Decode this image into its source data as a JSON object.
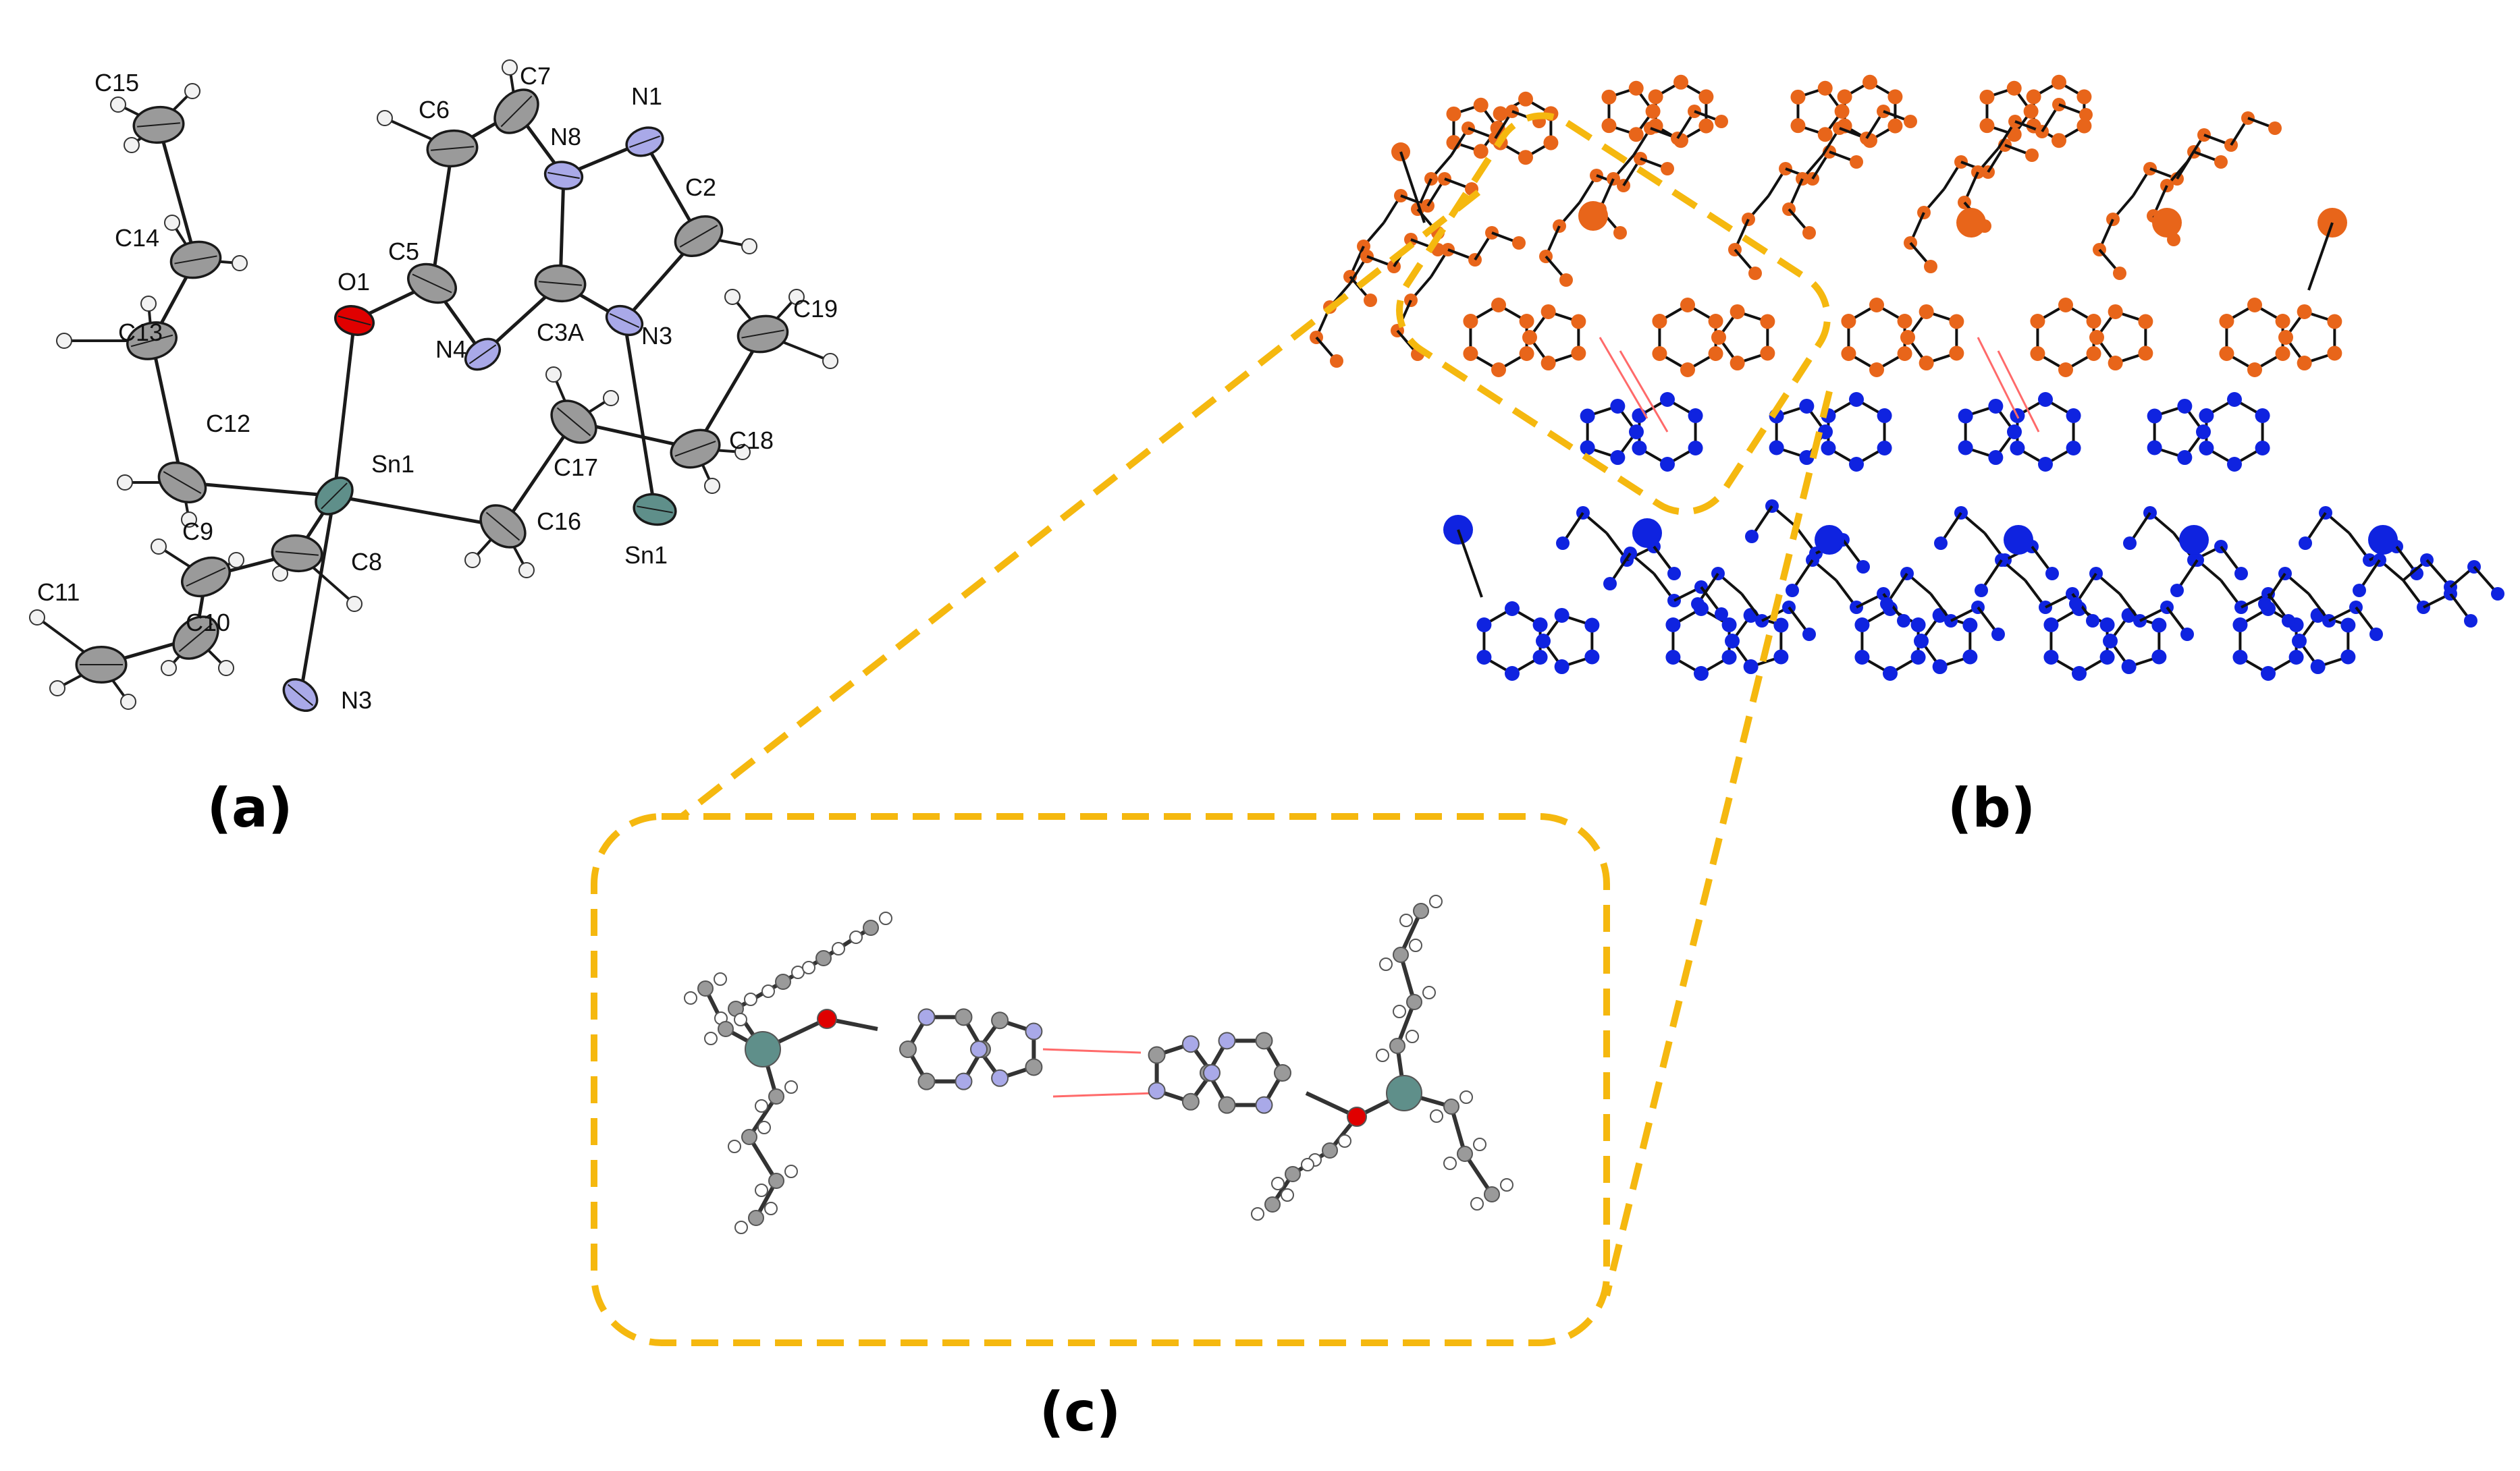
{
  "panels": {
    "a": {
      "label": "(a)",
      "atoms": [
        {
          "id": "C15",
          "label": "C15",
          "element": "C"
        },
        {
          "id": "C14",
          "label": "C14",
          "element": "C"
        },
        {
          "id": "C13",
          "label": "C13",
          "element": "C"
        },
        {
          "id": "C12",
          "label": "C12",
          "element": "C"
        },
        {
          "id": "C9",
          "label": "C9",
          "element": "C"
        },
        {
          "id": "C10",
          "label": "C10",
          "element": "C"
        },
        {
          "id": "C11",
          "label": "C11",
          "element": "C"
        },
        {
          "id": "C8",
          "label": "C8",
          "element": "C"
        },
        {
          "id": "Sn1",
          "label": "Sn1",
          "element": "Sn"
        },
        {
          "id": "N3b",
          "label": "N3",
          "element": "N"
        },
        {
          "id": "O1",
          "label": "O1",
          "element": "O"
        },
        {
          "id": "C5",
          "label": "C5",
          "element": "C"
        },
        {
          "id": "C6",
          "label": "C6",
          "element": "C"
        },
        {
          "id": "C7",
          "label": "C7",
          "element": "C"
        },
        {
          "id": "N8",
          "label": "N8",
          "element": "N"
        },
        {
          "id": "N1",
          "label": "N1",
          "element": "N"
        },
        {
          "id": "C2",
          "label": "C2",
          "element": "C"
        },
        {
          "id": "N3",
          "label": "N3",
          "element": "N"
        },
        {
          "id": "C3A",
          "label": "C3A",
          "element": "C"
        },
        {
          "id": "N4",
          "label": "N4",
          "element": "N"
        },
        {
          "id": "C19",
          "label": "C19",
          "element": "C"
        },
        {
          "id": "C18",
          "label": "C18",
          "element": "C"
        },
        {
          "id": "C17",
          "label": "C17",
          "element": "C"
        },
        {
          "id": "C16",
          "label": "C16",
          "element": "C"
        },
        {
          "id": "Sn1b",
          "label": "Sn1",
          "element": "Sn"
        }
      ],
      "bonds": [
        [
          "C15",
          "C14"
        ],
        [
          "C14",
          "C13"
        ],
        [
          "C13",
          "C12"
        ],
        [
          "C12",
          "Sn1"
        ],
        [
          "Sn1",
          "C8"
        ],
        [
          "C8",
          "C9"
        ],
        [
          "C9",
          "C10"
        ],
        [
          "C10",
          "C11"
        ],
        [
          "Sn1",
          "N3b"
        ],
        [
          "Sn1",
          "O1"
        ],
        [
          "Sn1",
          "C16"
        ],
        [
          "C16",
          "C17"
        ],
        [
          "C17",
          "C18"
        ],
        [
          "C18",
          "C19"
        ],
        [
          "O1",
          "C5"
        ],
        [
          "C5",
          "C6"
        ],
        [
          "C6",
          "C7"
        ],
        [
          "C7",
          "N8"
        ],
        [
          "N8",
          "N1"
        ],
        [
          "N1",
          "C2"
        ],
        [
          "C2",
          "N3"
        ],
        [
          "N3",
          "C3A"
        ],
        [
          "C3A",
          "N8"
        ],
        [
          "C3A",
          "N4"
        ],
        [
          "N4",
          "C5"
        ],
        [
          "N3",
          "Sn1b"
        ]
      ]
    },
    "b": {
      "label": "(b)"
    },
    "c": {
      "label": "(c)"
    }
  },
  "colors": {
    "carbon": "#9a9a9a",
    "nitrogen": "#a9a9e8",
    "oxygen": "#e00000",
    "tin": "#5f8f8a",
    "hydrogen": "#f2f2f2",
    "orange_layer": "#e8651a",
    "blue_layer": "#0f23e0",
    "hydrogen_bond": "#ff6a6a",
    "callout_box": "#f5b80f"
  }
}
